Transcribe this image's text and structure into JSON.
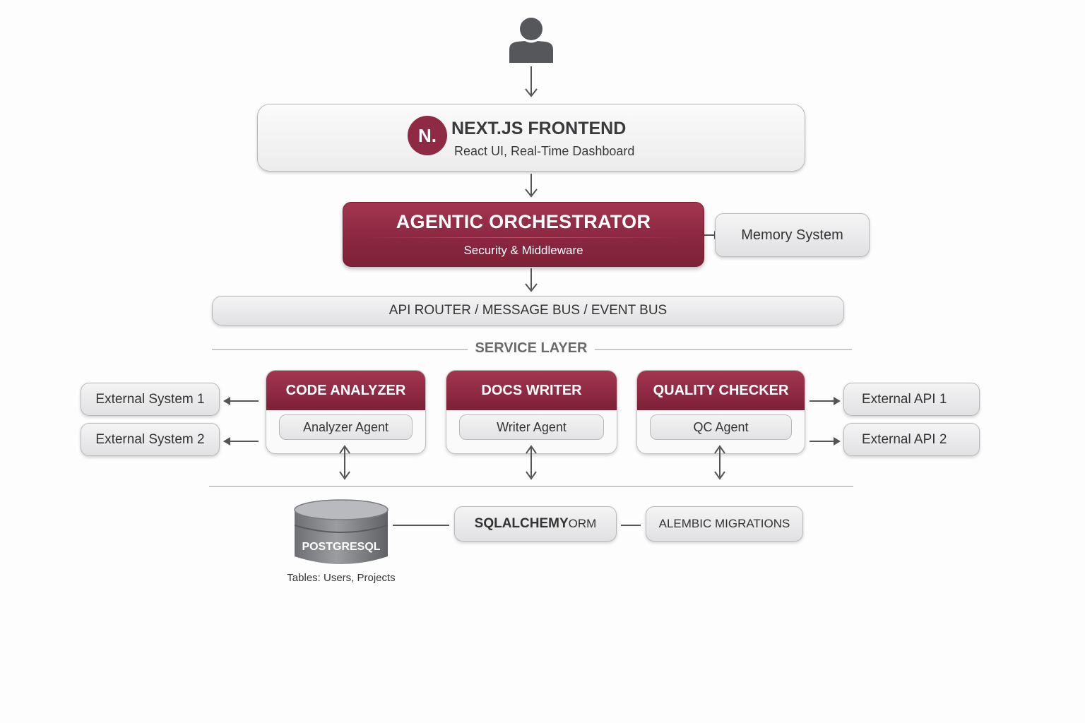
{
  "user": {
    "icon": "user-icon"
  },
  "frontend": {
    "logo_text": "N.",
    "title": "NEXT.JS FRONTEND",
    "subtitle": "React UI, Real-Time Dashboard",
    "accent": "#8e2a43"
  },
  "orchestrator": {
    "title": "AGENTIC ORCHESTRATOR",
    "subtitle": "Security & Middleware"
  },
  "memory": {
    "label": "Memory System"
  },
  "bus": {
    "label": "API ROUTER / MESSAGE BUS / EVENT BUS"
  },
  "service_layer": {
    "label": "SERVICE LAYER"
  },
  "services": [
    {
      "title": "CODE ANALYZER",
      "agent": "Analyzer Agent"
    },
    {
      "title": "DOCS WRITER",
      "agent": "Writer Agent"
    },
    {
      "title": "QUALITY CHECKER",
      "agent": "QC Agent"
    }
  ],
  "external_systems": [
    "External System 1",
    "External System 2"
  ],
  "external_apis": [
    "External API 1",
    "External API 2"
  ],
  "database": {
    "name": "POSTGRESQL",
    "caption": "Tables: Users, Projects"
  },
  "orm": {
    "bold": "SQLALCHEMY",
    "light": " ORM"
  },
  "migrations": {
    "label": "ALEMBIC MIGRATIONS"
  },
  "colors": {
    "accent": "#8e2a43",
    "arrow": "#555555",
    "box": "#e6e6e8"
  }
}
